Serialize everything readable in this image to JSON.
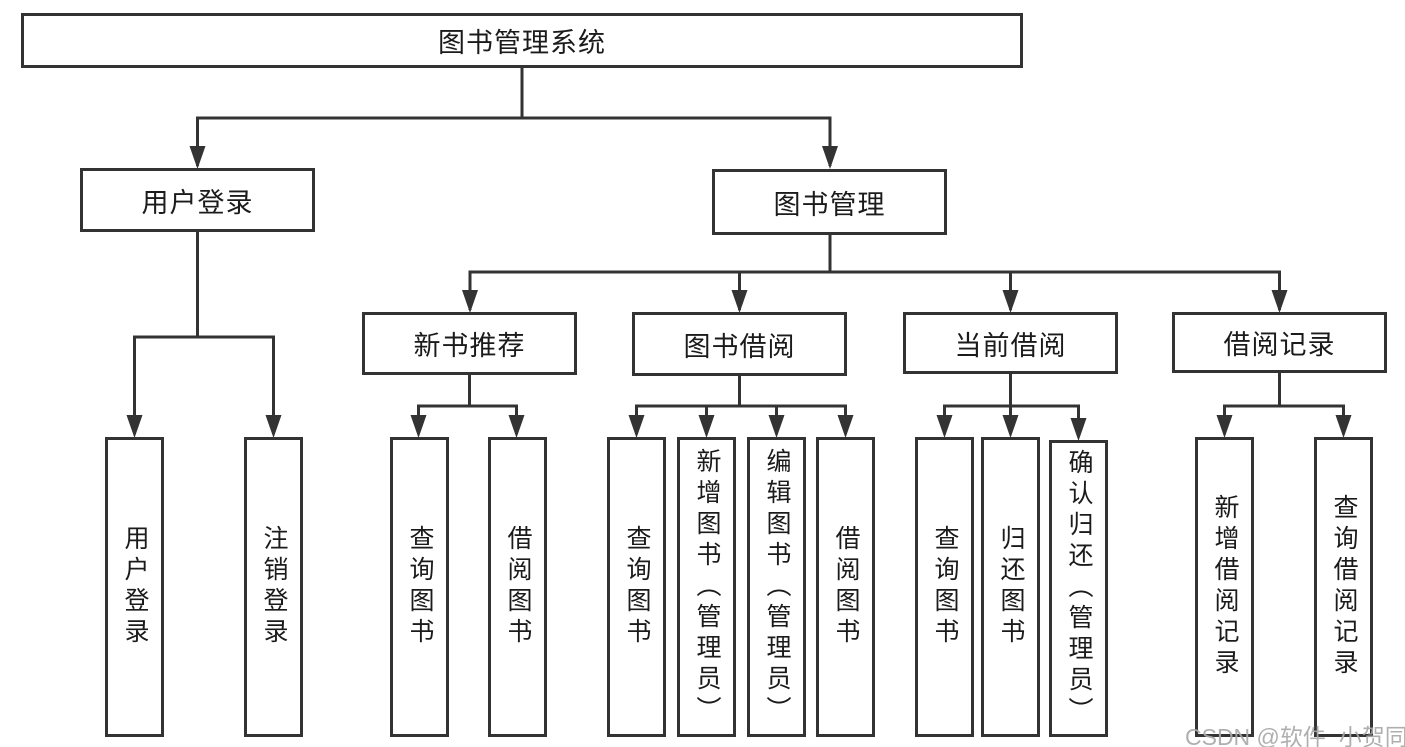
{
  "tree": {
    "label": "图书管理系统",
    "children": [
      {
        "label": "用户登录",
        "children": [
          {
            "label": "用户登录"
          },
          {
            "label": "注销登录"
          }
        ]
      },
      {
        "label": "图书管理",
        "children": [
          {
            "label": "新书推荐",
            "children": [
              {
                "label": "查询图书"
              },
              {
                "label": "借阅图书"
              }
            ]
          },
          {
            "label": "图书借阅",
            "children": [
              {
                "label": "查询图书"
              },
              {
                "label": "新增图书（管理员）"
              },
              {
                "label": "编辑图书（管理员）"
              },
              {
                "label": "借阅图书"
              }
            ]
          },
          {
            "label": "当前借阅",
            "children": [
              {
                "label": "查询图书"
              },
              {
                "label": "归还图书"
              },
              {
                "label": "确认归还（管理员）"
              }
            ]
          },
          {
            "label": "借阅记录",
            "children": [
              {
                "label": "新增借阅记录"
              },
              {
                "label": "查询借阅记录"
              }
            ]
          }
        ]
      }
    ]
  },
  "watermark": {
    "text": "CSDN @软件_小贺同学"
  },
  "colors": {
    "line": "#333333",
    "text": "#1b1b1b",
    "box_background": "#ffffff",
    "page_background": "#ffffff",
    "watermark": "#a8a8a8"
  }
}
